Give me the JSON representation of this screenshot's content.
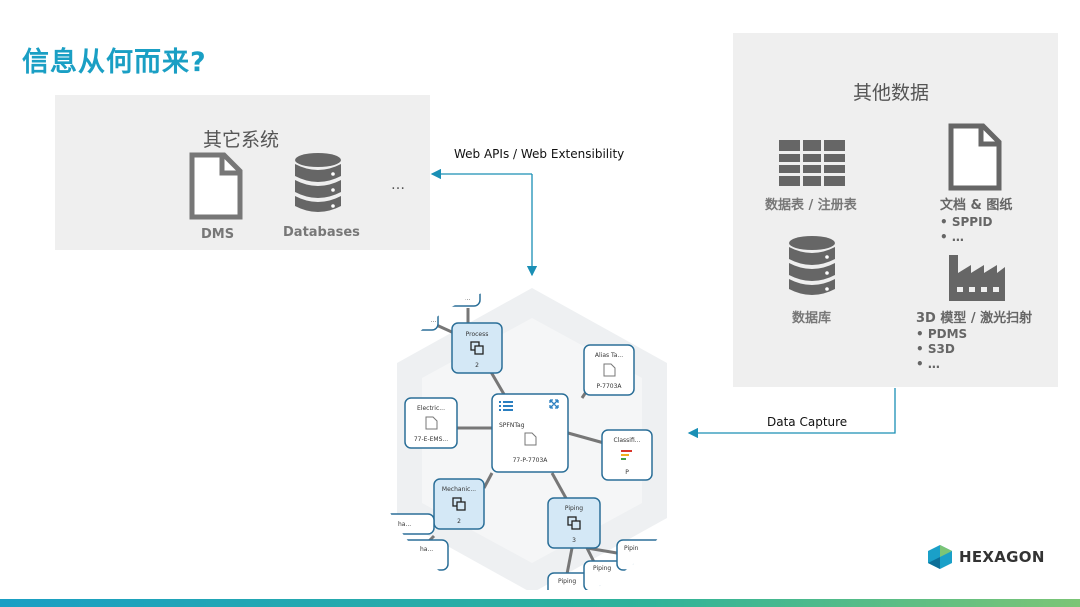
{
  "title": "信息从何而来?",
  "left_box": {
    "title": "其它系统",
    "dms_label": "DMS",
    "db_label": "Databases",
    "ellipsis": "…"
  },
  "right_box": {
    "title": "其他数据",
    "table_label": "数据表 / 注册表",
    "docs_label": "文档 & 图纸",
    "docs_items": [
      "SPPID",
      "…"
    ],
    "db_label": "数据库",
    "model_label": "3D 模型 / 激光扫射",
    "model_items": [
      "PDMS",
      "S3D",
      "…"
    ]
  },
  "arrows": {
    "web_api": "Web APIs / Web Extensibility",
    "data_capture": "Data Capture"
  },
  "graph": {
    "center": {
      "type": "SPFNTag",
      "value": "77-P-7703A"
    },
    "process": {
      "label": "Process",
      "count": "2"
    },
    "mechanical": {
      "label": "Mechanic...",
      "count": "2"
    },
    "piping": {
      "label": "Piping",
      "count": "3"
    },
    "alias": {
      "label": "Alias Ta...",
      "value": "P-7703A"
    },
    "electric": {
      "label": "Electric...",
      "value": "77-E-EMS..."
    },
    "classif": {
      "label": "Classifi...",
      "value": "P"
    },
    "partial": {
      "top1": "/ /D-...",
      "top2": "D-...",
      "left1": "ha...",
      "left2": "ha...",
      "piping2": "Piping",
      "piping3": "Piping",
      "piping4": "Pipin"
    }
  },
  "logo": {
    "text": "HEXAGON"
  },
  "colors": {
    "title": "#1a9fc4",
    "node_blue": "#d4e8f6",
    "node_border": "#3a7fae",
    "arrow": "#1a8fb5"
  }
}
